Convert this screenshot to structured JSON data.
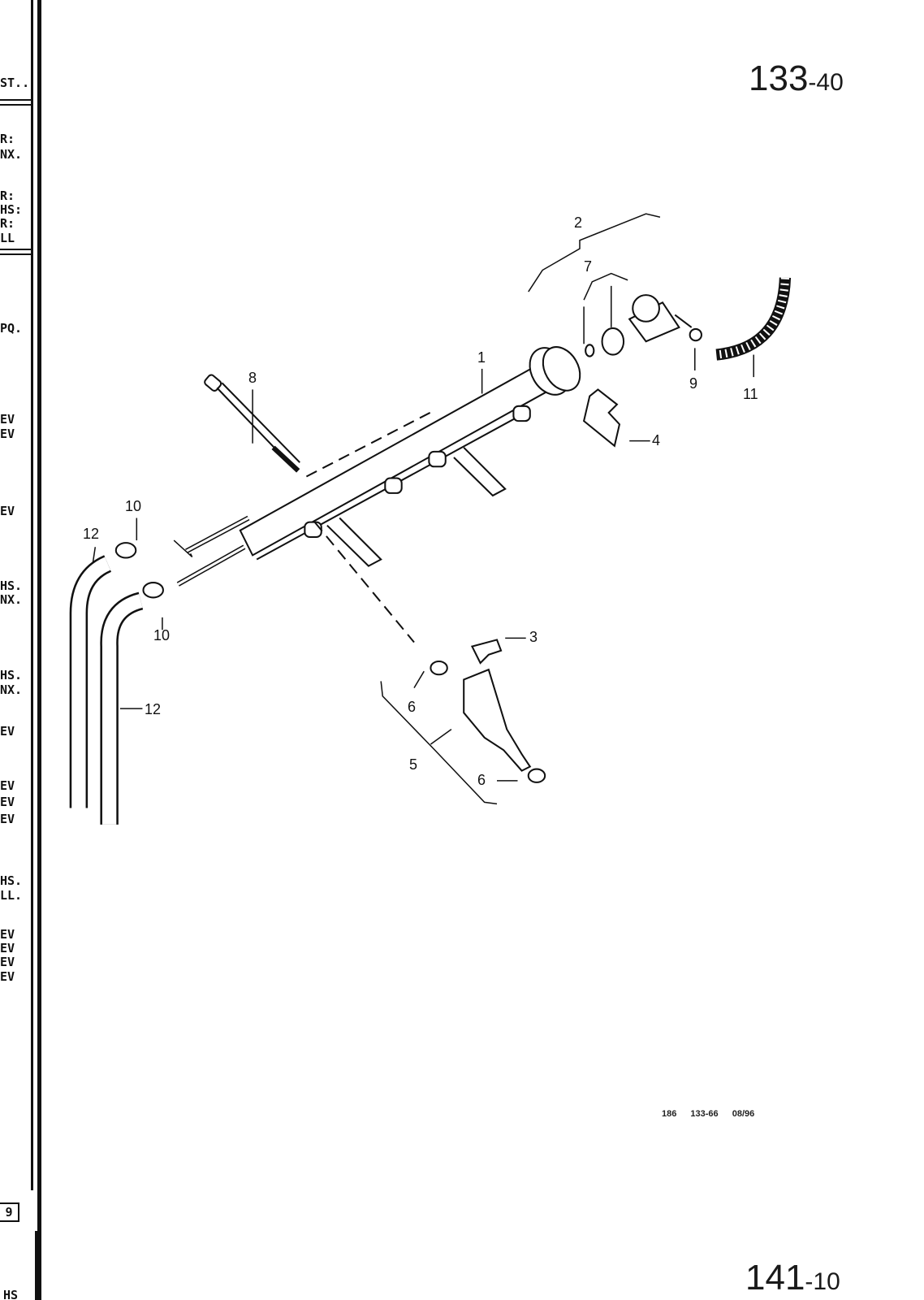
{
  "header": {
    "page_number_main": "133",
    "page_number_sub": "-40"
  },
  "footer": {
    "page_number_main": "141",
    "page_number_sub": "-10",
    "ref_code": "186  133-66  08/96"
  },
  "margin": {
    "labels": [
      "ST..",
      "R:",
      "NX.",
      "R:",
      "HS:",
      "R:",
      "LL",
      "PQ.",
      "EV",
      "EV",
      "EV",
      "HS.",
      "NX.",
      "HS.",
      "NX.",
      "EV",
      "EV",
      "EV",
      "EV",
      "HS.",
      "LL.",
      "EV",
      "EV",
      "EV",
      "EV",
      "HS"
    ],
    "box_number": "9"
  },
  "callouts": [
    "1",
    "2",
    "3",
    "4",
    "5",
    "6",
    "6",
    "7",
    "8",
    "9",
    "10",
    "10",
    "11",
    "12",
    "12"
  ]
}
